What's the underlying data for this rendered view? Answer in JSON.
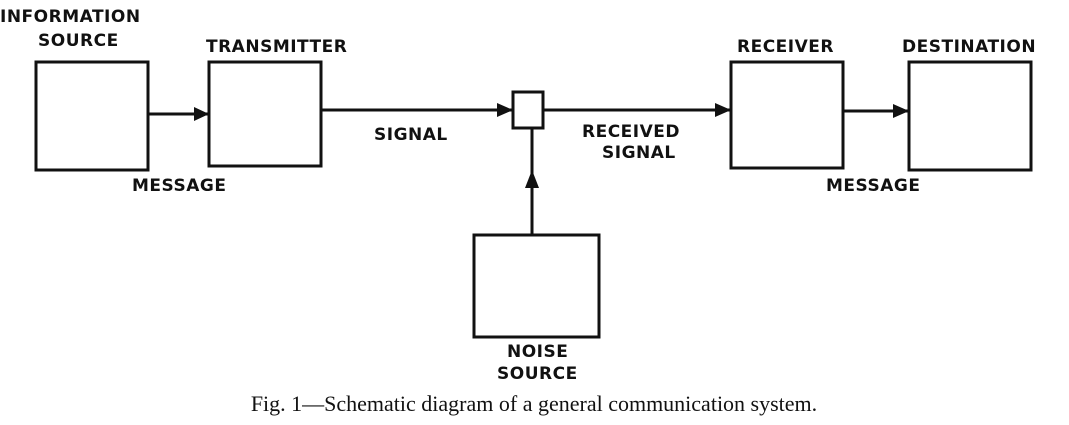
{
  "labels": {
    "information_source_line1": "INFORMATION",
    "information_source_line2": "SOURCE",
    "transmitter": "TRANSMITTER",
    "message_left": "MESSAGE",
    "signal": "SIGNAL",
    "received_signal_line1": "RECEIVED",
    "received_signal_line2": "SIGNAL",
    "receiver": "RECEIVER",
    "destination": "DESTINATION",
    "message_right": "MESSAGE",
    "noise_source_line1": "NOISE",
    "noise_source_line2": "SOURCE"
  },
  "caption": "Fig. 1—Schematic diagram of a general communication system."
}
